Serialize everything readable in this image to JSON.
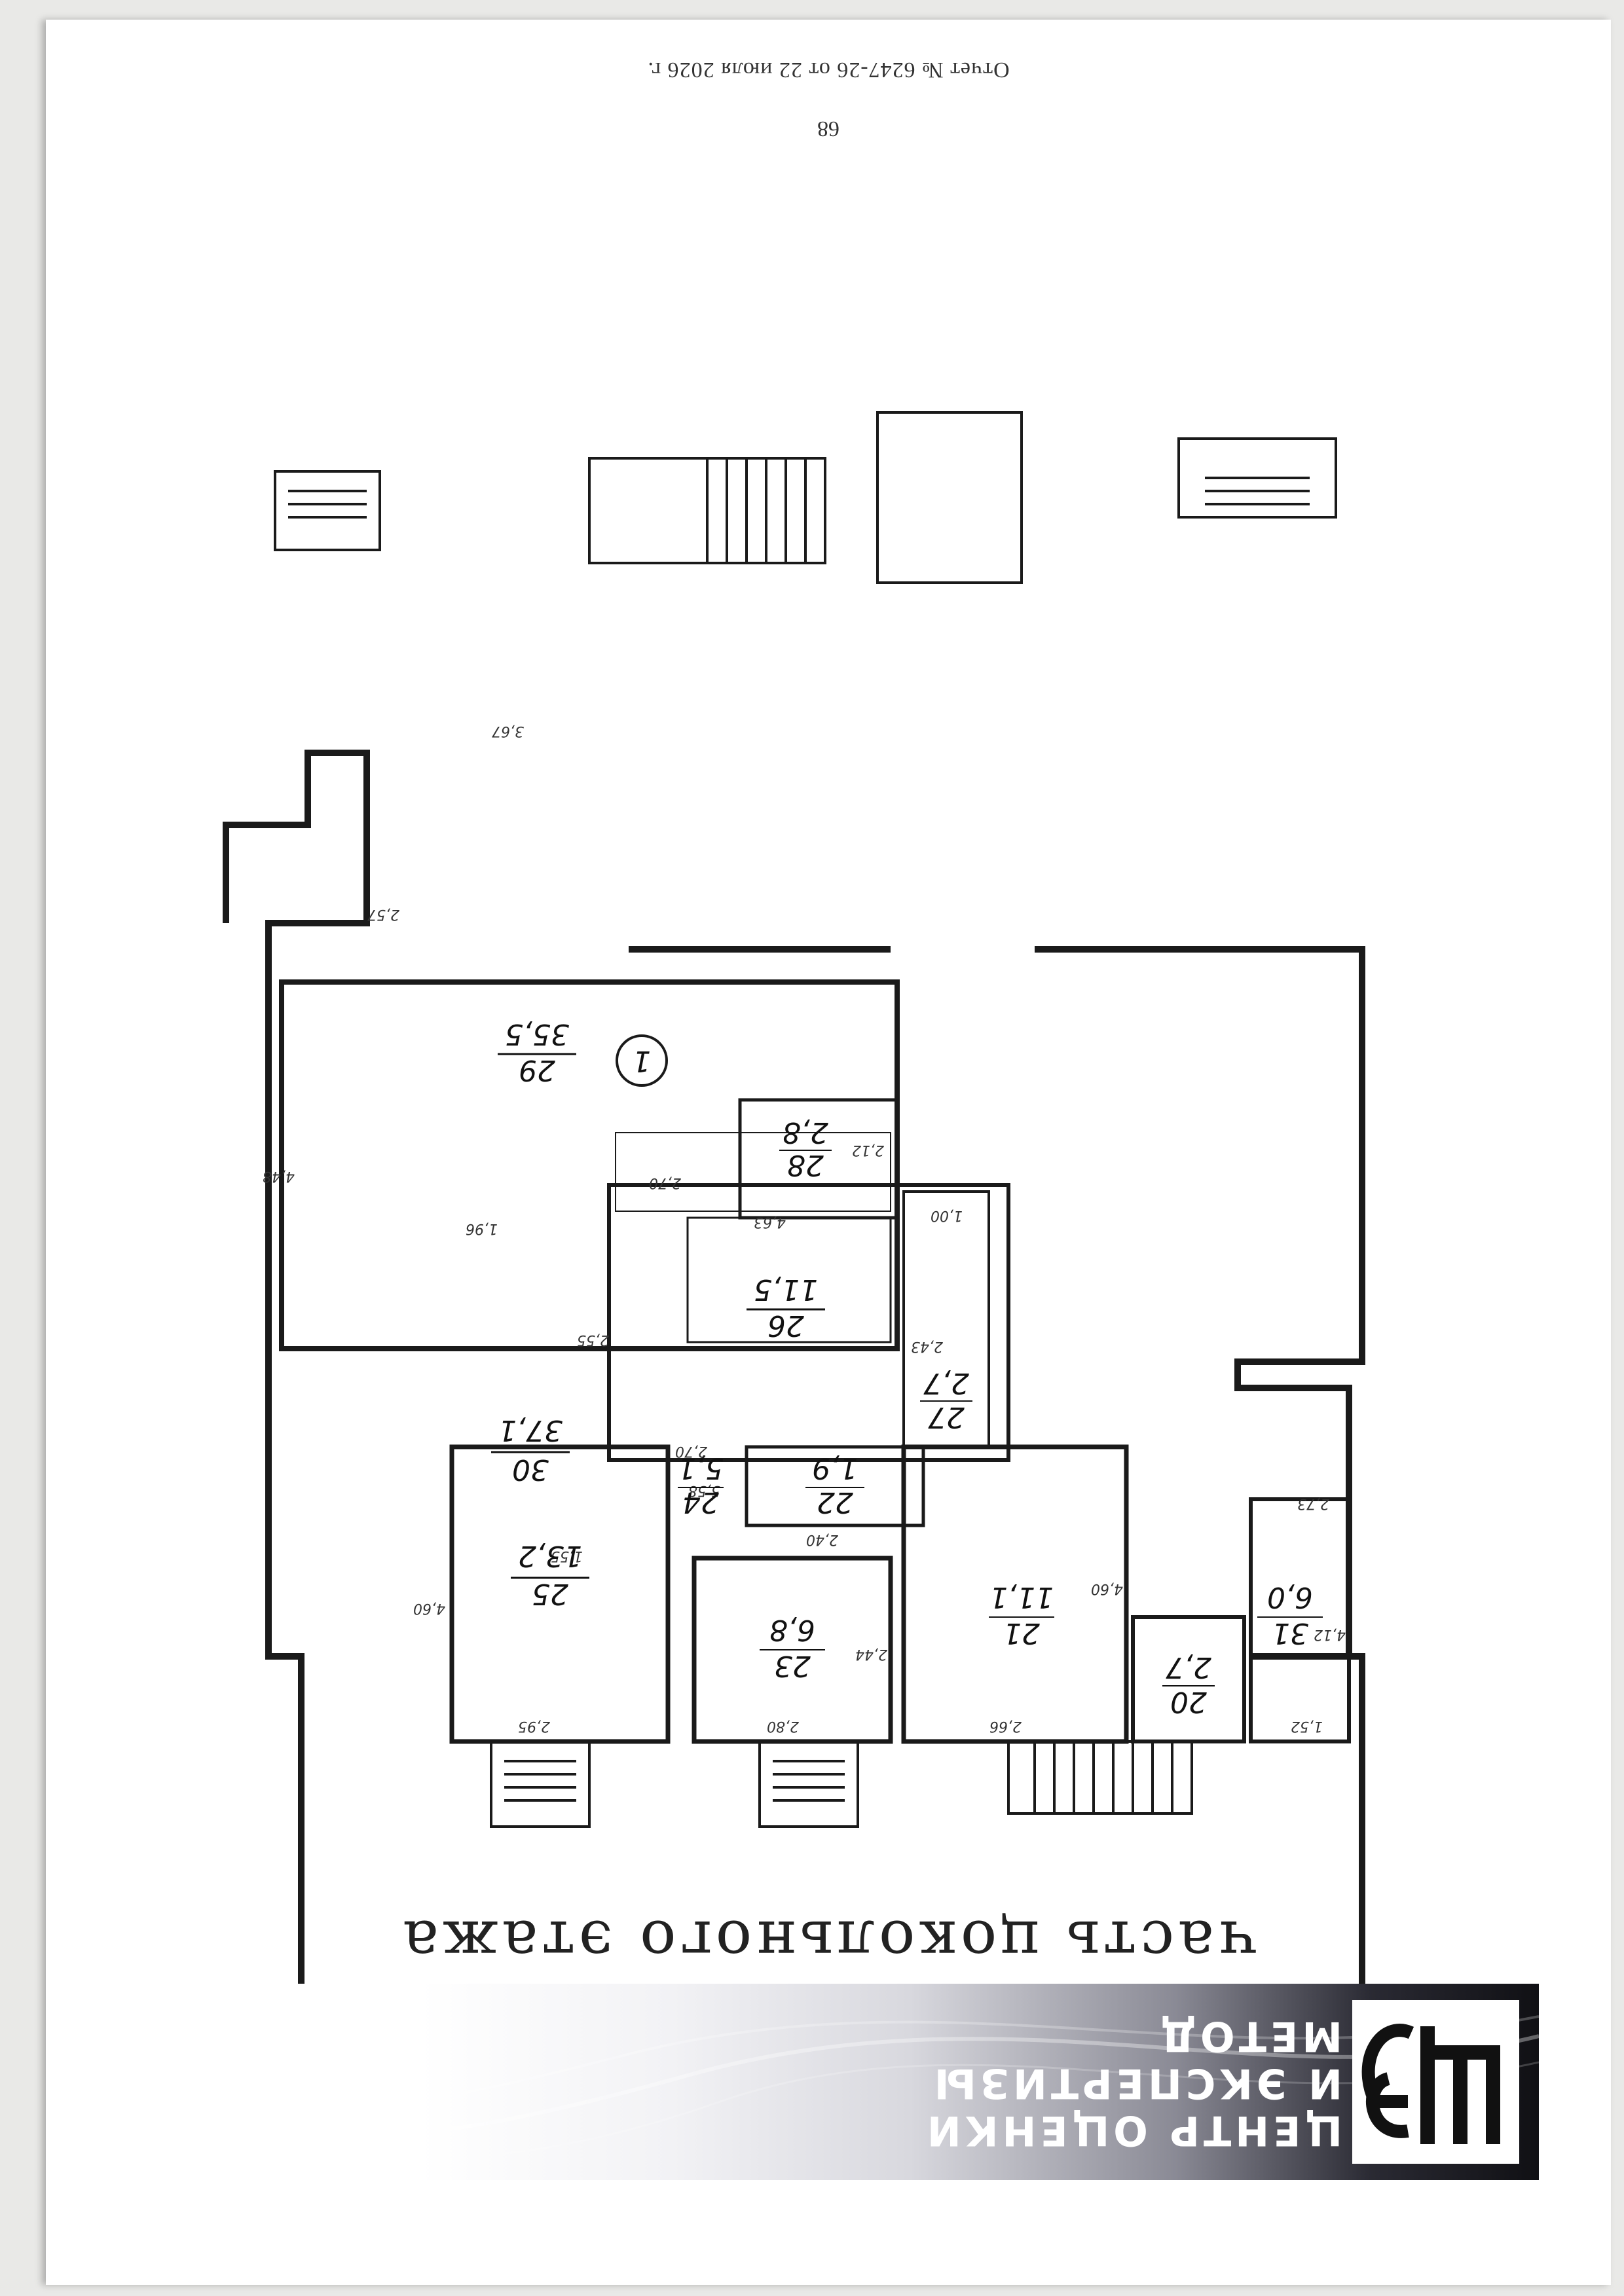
{
  "header": {
    "report_line": "Отчет № 6247-26 от 22 июля 2026 г.",
    "page_number": "68"
  },
  "plan": {
    "title": "часть цокольного этажа",
    "rooms": [
      {
        "num": "29",
        "area": "35,5",
        "dims": [
          "4,48",
          "2,57",
          "1,96"
        ]
      },
      {
        "num": "28",
        "area": "2,8",
        "dims": [
          "2,12"
        ]
      },
      {
        "num": "30",
        "area": "37,1",
        "dims": [
          "3,67",
          "5,58"
        ]
      },
      {
        "num": "26",
        "area": "11,5",
        "dims": [
          "2,70",
          "4,63",
          "2,55"
        ]
      },
      {
        "num": "27",
        "area": "2,7",
        "dims": [
          "1,00",
          "2,43"
        ]
      },
      {
        "num": "22",
        "area": "1,9",
        "dims": [
          "2,40"
        ]
      },
      {
        "num": "24",
        "area": "5,1",
        "dims": [
          "2,70",
          "1,55"
        ]
      },
      {
        "num": "25",
        "area": "13,2",
        "dims": [
          "4,60",
          "2,95"
        ]
      },
      {
        "num": "23",
        "area": "6,8",
        "dims": [
          "2,44",
          "2,80"
        ]
      },
      {
        "num": "21",
        "area": "11,1",
        "dims": [
          "4,60",
          "2,66"
        ]
      },
      {
        "num": "20",
        "area": "2,7",
        "dims": []
      },
      {
        "num": "31",
        "area": "6,0",
        "dims": [
          "2,73",
          "4,12",
          "1,52"
        ]
      }
    ],
    "circle_marker": "1"
  },
  "company": {
    "logo_letters": "ЦЭ",
    "name_lines": [
      "ЦЕНТР ОЦЕНКИ",
      "И ЭКСПЕРТИЗЫ",
      "МЕТОД"
    ]
  },
  "colors": {
    "wall": "#1a1a1a",
    "banner_dark": "#101014",
    "paper": "#ffffff"
  }
}
